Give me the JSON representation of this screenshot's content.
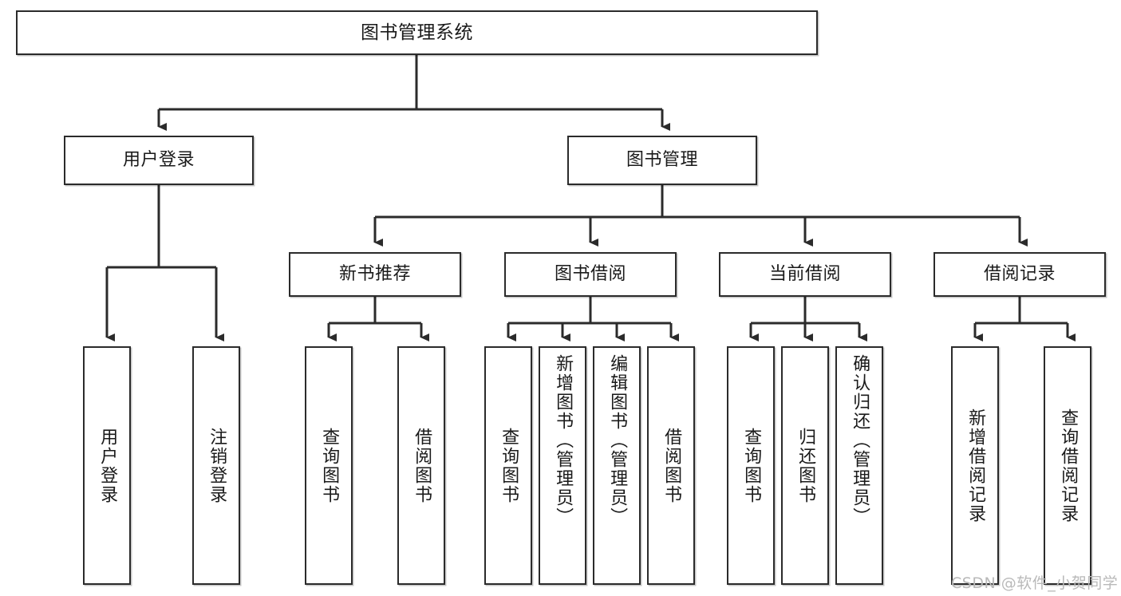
{
  "diagram": {
    "type": "tree",
    "title": "图书管理系统",
    "orientation": "top-down",
    "colors": {
      "box_border": "#2b2b2b",
      "box_fill": "#ffffff",
      "connector": "#2b2b2b",
      "text": "#1a1a1a",
      "watermark": "#b9b9b9",
      "background": "#ffffff"
    },
    "root": {
      "label": "图书管理系统"
    },
    "level2": [
      {
        "label": "用户登录"
      },
      {
        "label": "图书管理"
      }
    ],
    "level3": [
      {
        "label": "新书推荐"
      },
      {
        "label": "图书借阅"
      },
      {
        "label": "当前借阅"
      },
      {
        "label": "借阅记录"
      }
    ],
    "leaves": {
      "user_login": [
        {
          "label": "用户登录"
        },
        {
          "label": "注销登录"
        }
      ],
      "new_book_recommend": [
        {
          "label": "查询图书"
        },
        {
          "label": "借阅图书"
        }
      ],
      "book_borrow": [
        {
          "label": "查询图书"
        },
        {
          "label": "新增图书（管理员）"
        },
        {
          "label": "编辑图书（管理员）"
        },
        {
          "label": "借阅图书"
        }
      ],
      "current_borrow": [
        {
          "label": "查询图书"
        },
        {
          "label": "归还图书"
        },
        {
          "label": "确认归还（管理员）"
        }
      ],
      "borrow_records": [
        {
          "label": "新增借阅记录"
        },
        {
          "label": "查询借阅记录"
        }
      ]
    }
  },
  "watermark": {
    "text": "CSDN @软件_小贺同学"
  }
}
